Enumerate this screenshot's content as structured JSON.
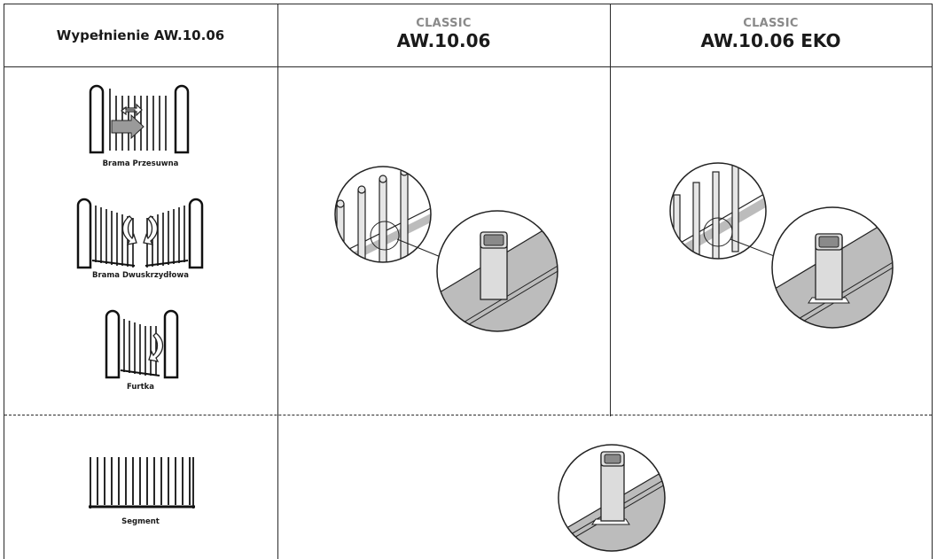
{
  "header": {
    "col1_label": "Wypełnienie AW.10.06",
    "col2": {
      "series": "CLASSIC",
      "model": "AW.10.06"
    },
    "col3": {
      "series": "CLASSIC",
      "model": "AW.10.06 EKO"
    }
  },
  "gate_types": [
    {
      "label": "Brama Przesuwna",
      "icon": "sliding-gate-icon"
    },
    {
      "label": "Brama Dwuskrzydłowa",
      "icon": "double-wing-gate-icon"
    },
    {
      "label": "Furtka",
      "icon": "wicket-gate-icon"
    }
  ],
  "segment": {
    "label": "Segment",
    "icon": "fence-segment-icon"
  }
}
